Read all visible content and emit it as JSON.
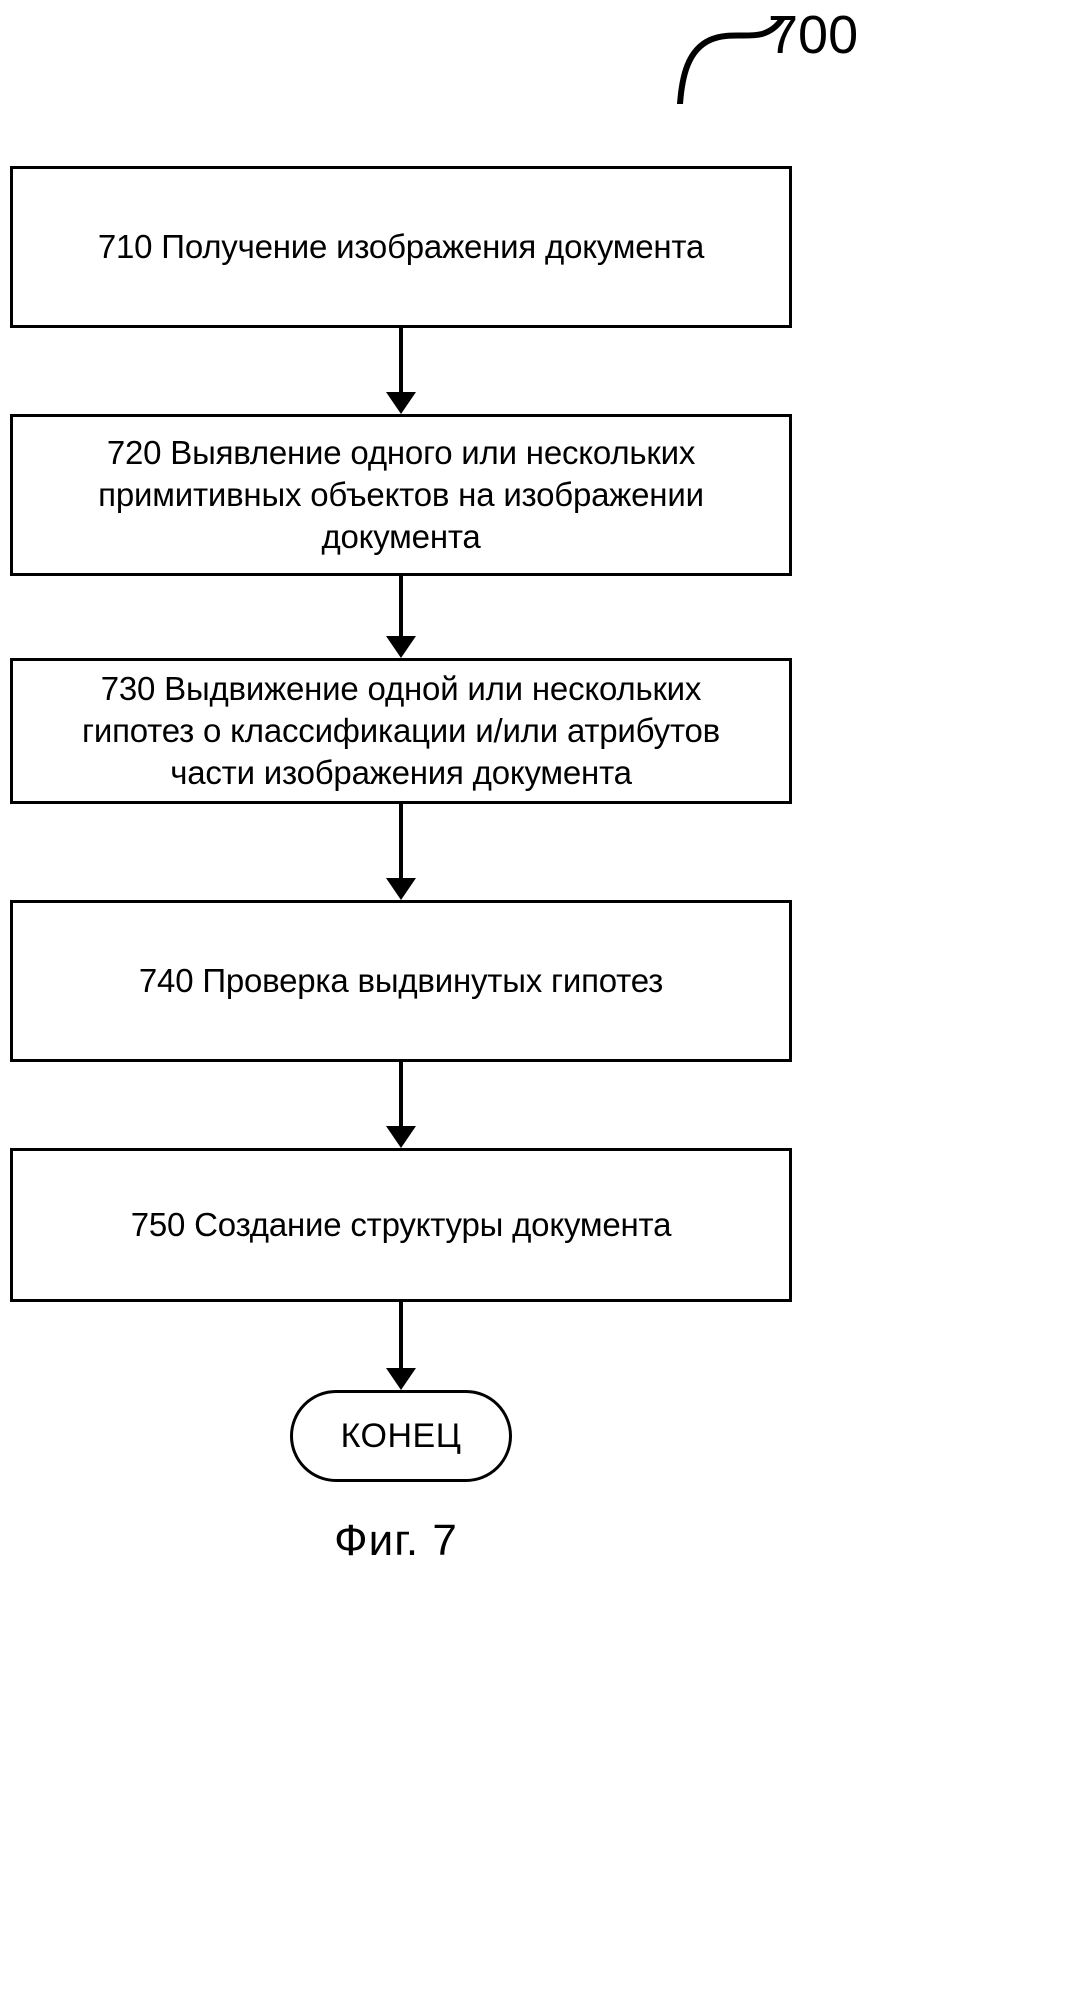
{
  "figure": {
    "reference_numeral": "700",
    "caption": "Фиг. 7"
  },
  "flowchart": {
    "type": "process-flow",
    "orientation": "vertical",
    "stroke_color": "#000000",
    "fill_color": "#ffffff",
    "steps": [
      {
        "id": "710",
        "shape": "rectangle",
        "label": "710 Получение изображения документа"
      },
      {
        "id": "720",
        "shape": "rectangle",
        "label": "720 Выявление одного или нескольких\nпримитивных объектов на изображении\nдокумента"
      },
      {
        "id": "730",
        "shape": "rectangle",
        "label": "730 Выдвижение одной или нескольких\nгипотез о классификации и/или атрибутов\nчасти изображения документа"
      },
      {
        "id": "740",
        "shape": "rectangle",
        "label": "740 Проверка выдвинутых гипотез"
      },
      {
        "id": "750",
        "shape": "rectangle",
        "label": "750 Создание структуры документа"
      }
    ],
    "terminator": {
      "shape": "rounded-rectangle",
      "label": "КОНЕЦ"
    },
    "connectors": [
      {
        "from": "710",
        "to": "720",
        "style": "arrow-down"
      },
      {
        "from": "720",
        "to": "730",
        "style": "arrow-down"
      },
      {
        "from": "730",
        "to": "740",
        "style": "arrow-down"
      },
      {
        "from": "740",
        "to": "750",
        "style": "arrow-down"
      },
      {
        "from": "750",
        "to": "КОНЕЦ",
        "style": "arrow-down"
      }
    ]
  }
}
